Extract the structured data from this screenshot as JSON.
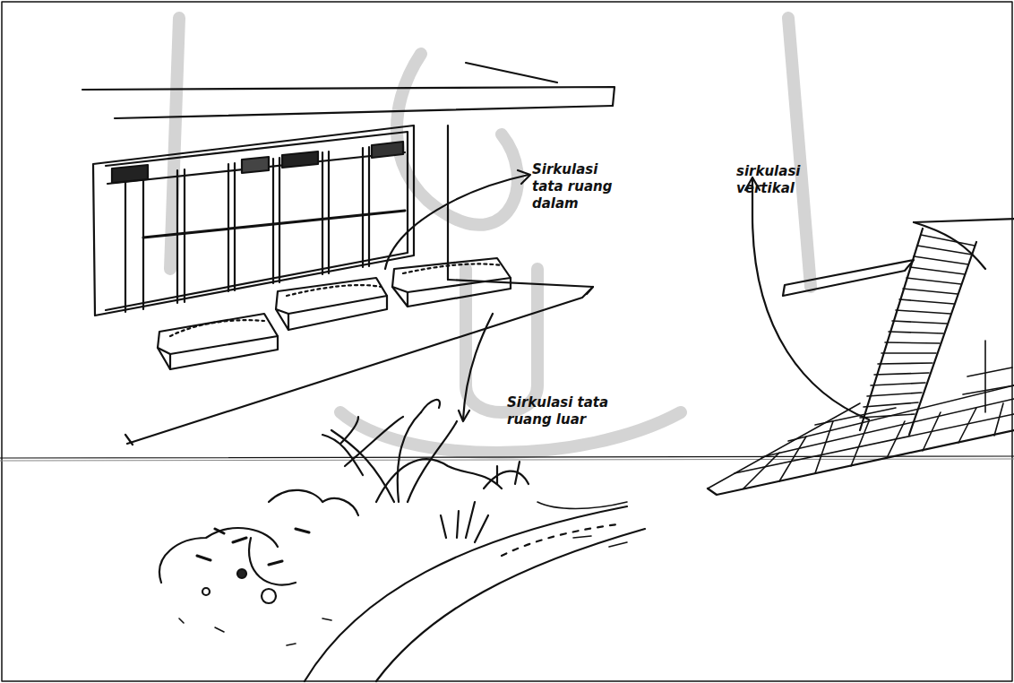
{
  "diagram": {
    "labels": [
      "Sirkulasi tata ruang dalam",
      "sirkulasi vertikal",
      "Sirkulasi tata ruang luar"
    ]
  }
}
